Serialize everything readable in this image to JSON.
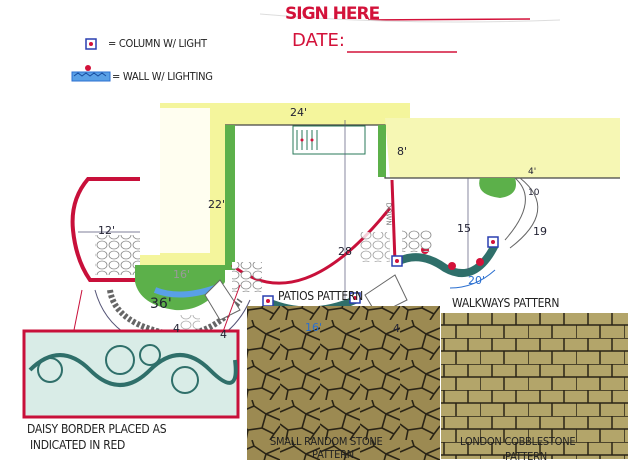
{
  "header": {
    "sign_here": "SIGN HERE",
    "date": "DATE:"
  },
  "legend": {
    "column_label": "= COLUMN W/ LIGHT",
    "wall_label": "= WALL W/ LIGHTING"
  },
  "plan": {
    "dimensions": {
      "top_width": "24'",
      "right_wing": "8'",
      "left_wall": "22'",
      "center_depth": "28",
      "left_patio": "12'",
      "u_bottom": "16'",
      "step_left": "4",
      "step_mid": "4",
      "arc": "36'",
      "center_wall": "16'",
      "step_right": "4",
      "right_wall": "20'",
      "right_depth": "15",
      "right_arc": "19",
      "planter": "10",
      "planter_width": "4'"
    },
    "stairs_label": "DOWN"
  },
  "samples": {
    "border_caption_1": "DAISY BORDER PLACED AS",
    "border_caption_2": "INDICATED IN RED",
    "patios_title": "PATIOS PATTERN",
    "patios_caption_1": "SMALL RANDOM STONE",
    "patios_caption_2": "PATTERN",
    "walkways_title": "WALKWAYS PATTERN",
    "walkways_caption_1": "LONDON COBBLESTONE",
    "walkways_caption_2": "PATTERN"
  },
  "colors": {
    "border_red": "#c8103a",
    "wall_blue": "#2a6fd0",
    "house_yellow": "#f4f59c",
    "planting_green": "#5cb04a"
  }
}
